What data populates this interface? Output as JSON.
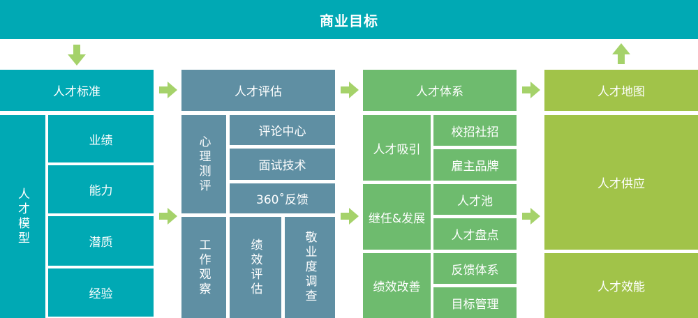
{
  "header": {
    "title": "商业目标"
  },
  "columns": {
    "standard": {
      "title": "人才标准",
      "model_label": "人才模型",
      "items": [
        "业绩",
        "能力",
        "潜质",
        "经验"
      ]
    },
    "assessment": {
      "title": "人才评估",
      "psych_label": "心理测评",
      "psych_items": [
        "评论中心",
        "面试技术",
        "360˚反馈"
      ],
      "bottom_items": [
        "工作观察",
        "绩效评估",
        "敬业度调查"
      ]
    },
    "system": {
      "title": "人才体系",
      "groups": [
        {
          "label": "人才吸引",
          "items": [
            "校招社招",
            "雇主品牌"
          ]
        },
        {
          "label": "继任&发展",
          "items": [
            "人才池",
            "人才盘点"
          ]
        },
        {
          "label": "绩效改善",
          "items": [
            "反馈体系",
            "目标管理"
          ]
        }
      ]
    },
    "map": {
      "title": "人才地图",
      "items": [
        "人才供应",
        "人才效能"
      ]
    }
  },
  "colors": {
    "teal": "#00a9b4",
    "slate": "#5f8fa3",
    "green": "#6ebb6e",
    "lime": "#a1c349",
    "arrow_green": "#a5d26a"
  },
  "icons": [
    "arrow-down-icon",
    "arrow-up-icon",
    "arrow-right-icon"
  ]
}
